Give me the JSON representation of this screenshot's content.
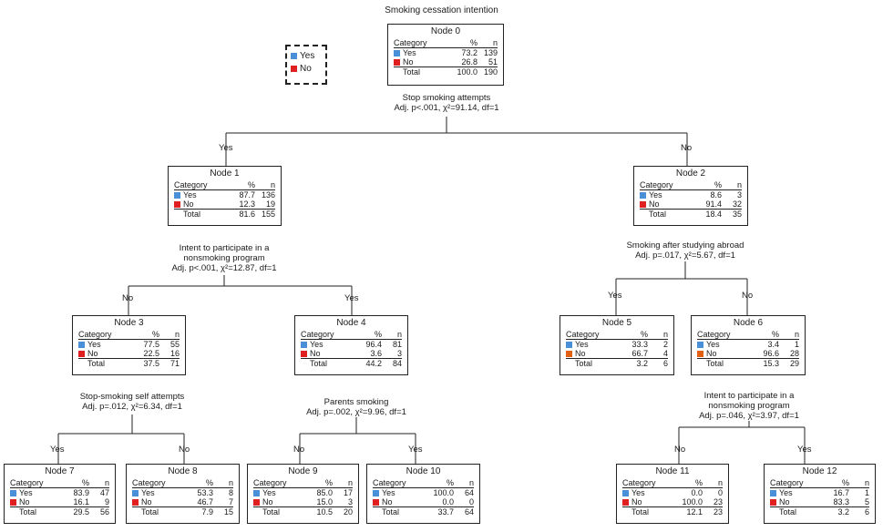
{
  "title": "Smoking cessation intention",
  "legend": {
    "yes": "Yes",
    "no": "No"
  },
  "header": {
    "category": "Category",
    "percent": "%",
    "n": "n",
    "yes": "Yes",
    "no": "No",
    "total": "Total"
  },
  "colors": {
    "yes": "#4a90d9",
    "no": "#e02020"
  },
  "nodes": {
    "n0": {
      "title": "Node 0",
      "yes_p": "73.2",
      "yes_n": "139",
      "no_p": "26.8",
      "no_n": "51",
      "tot_p": "100.0",
      "tot_n": "190"
    },
    "n1": {
      "title": "Node 1",
      "yes_p": "87.7",
      "yes_n": "136",
      "no_p": "12.3",
      "no_n": "19",
      "tot_p": "81.6",
      "tot_n": "155"
    },
    "n2": {
      "title": "Node 2",
      "yes_p": "8.6",
      "yes_n": "3",
      "no_p": "91.4",
      "no_n": "32",
      "tot_p": "18.4",
      "tot_n": "35"
    },
    "n3": {
      "title": "Node 3",
      "yes_p": "77.5",
      "yes_n": "55",
      "no_p": "22.5",
      "no_n": "16",
      "tot_p": "37.5",
      "tot_n": "71"
    },
    "n4": {
      "title": "Node 4",
      "yes_p": "96.4",
      "yes_n": "81",
      "no_p": "3.6",
      "no_n": "3",
      "tot_p": "44.2",
      "tot_n": "84"
    },
    "n5": {
      "title": "Node 5",
      "yes_p": "33.3",
      "yes_n": "2",
      "no_p": "66.7",
      "no_n": "4",
      "tot_p": "3.2",
      "tot_n": "6"
    },
    "n6": {
      "title": "Node 6",
      "yes_p": "3.4",
      "yes_n": "1",
      "no_p": "96.6",
      "no_n": "28",
      "tot_p": "15.3",
      "tot_n": "29"
    },
    "n7": {
      "title": "Node 7",
      "yes_p": "83.9",
      "yes_n": "47",
      "no_p": "16.1",
      "no_n": "9",
      "tot_p": "29.5",
      "tot_n": "56"
    },
    "n8": {
      "title": "Node 8",
      "yes_p": "53.3",
      "yes_n": "8",
      "no_p": "46.7",
      "no_n": "7",
      "tot_p": "7.9",
      "tot_n": "15"
    },
    "n9": {
      "title": "Node 9",
      "yes_p": "85.0",
      "yes_n": "17",
      "no_p": "15.0",
      "no_n": "3",
      "tot_p": "10.5",
      "tot_n": "20"
    },
    "n10": {
      "title": "Node 10",
      "yes_p": "100.0",
      "yes_n": "64",
      "no_p": "0.0",
      "no_n": "0",
      "tot_p": "33.7",
      "tot_n": "64"
    },
    "n11": {
      "title": "Node 11",
      "yes_p": "0.0",
      "yes_n": "0",
      "no_p": "100.0",
      "no_n": "23",
      "tot_p": "12.1",
      "tot_n": "23"
    },
    "n12": {
      "title": "Node 12",
      "yes_p": "16.7",
      "yes_n": "1",
      "no_p": "83.3",
      "no_n": "5",
      "tot_p": "3.2",
      "tot_n": "6"
    }
  },
  "splits": {
    "s0": {
      "l1": "Stop smoking attempts",
      "l2": "Adj. p<.001, χ²=91.14, df=1"
    },
    "s1": {
      "l1": "Intent to participate in a",
      "l2": "nonsmoking program",
      "l3": "Adj. p<.001, χ²=12.87, df=1"
    },
    "s2": {
      "l1": "Smoking after studying abroad",
      "l2": "Adj. p=.017, χ²=5.67, df=1"
    },
    "s3": {
      "l1": "Stop-smoking self attempts",
      "l2": "Adj. p=.012, χ²=6.34, df=1"
    },
    "s4": {
      "l1": "Parents smoking",
      "l2": "Adj. p=.002, χ²=9.96, df=1"
    },
    "s6": {
      "l1": "Intent to participate in a",
      "l2": "nonsmoking program",
      "l3": "Adj. p=.046, χ²=3.97, df=1"
    }
  },
  "branches": {
    "yes": "Yes",
    "no": "No"
  }
}
